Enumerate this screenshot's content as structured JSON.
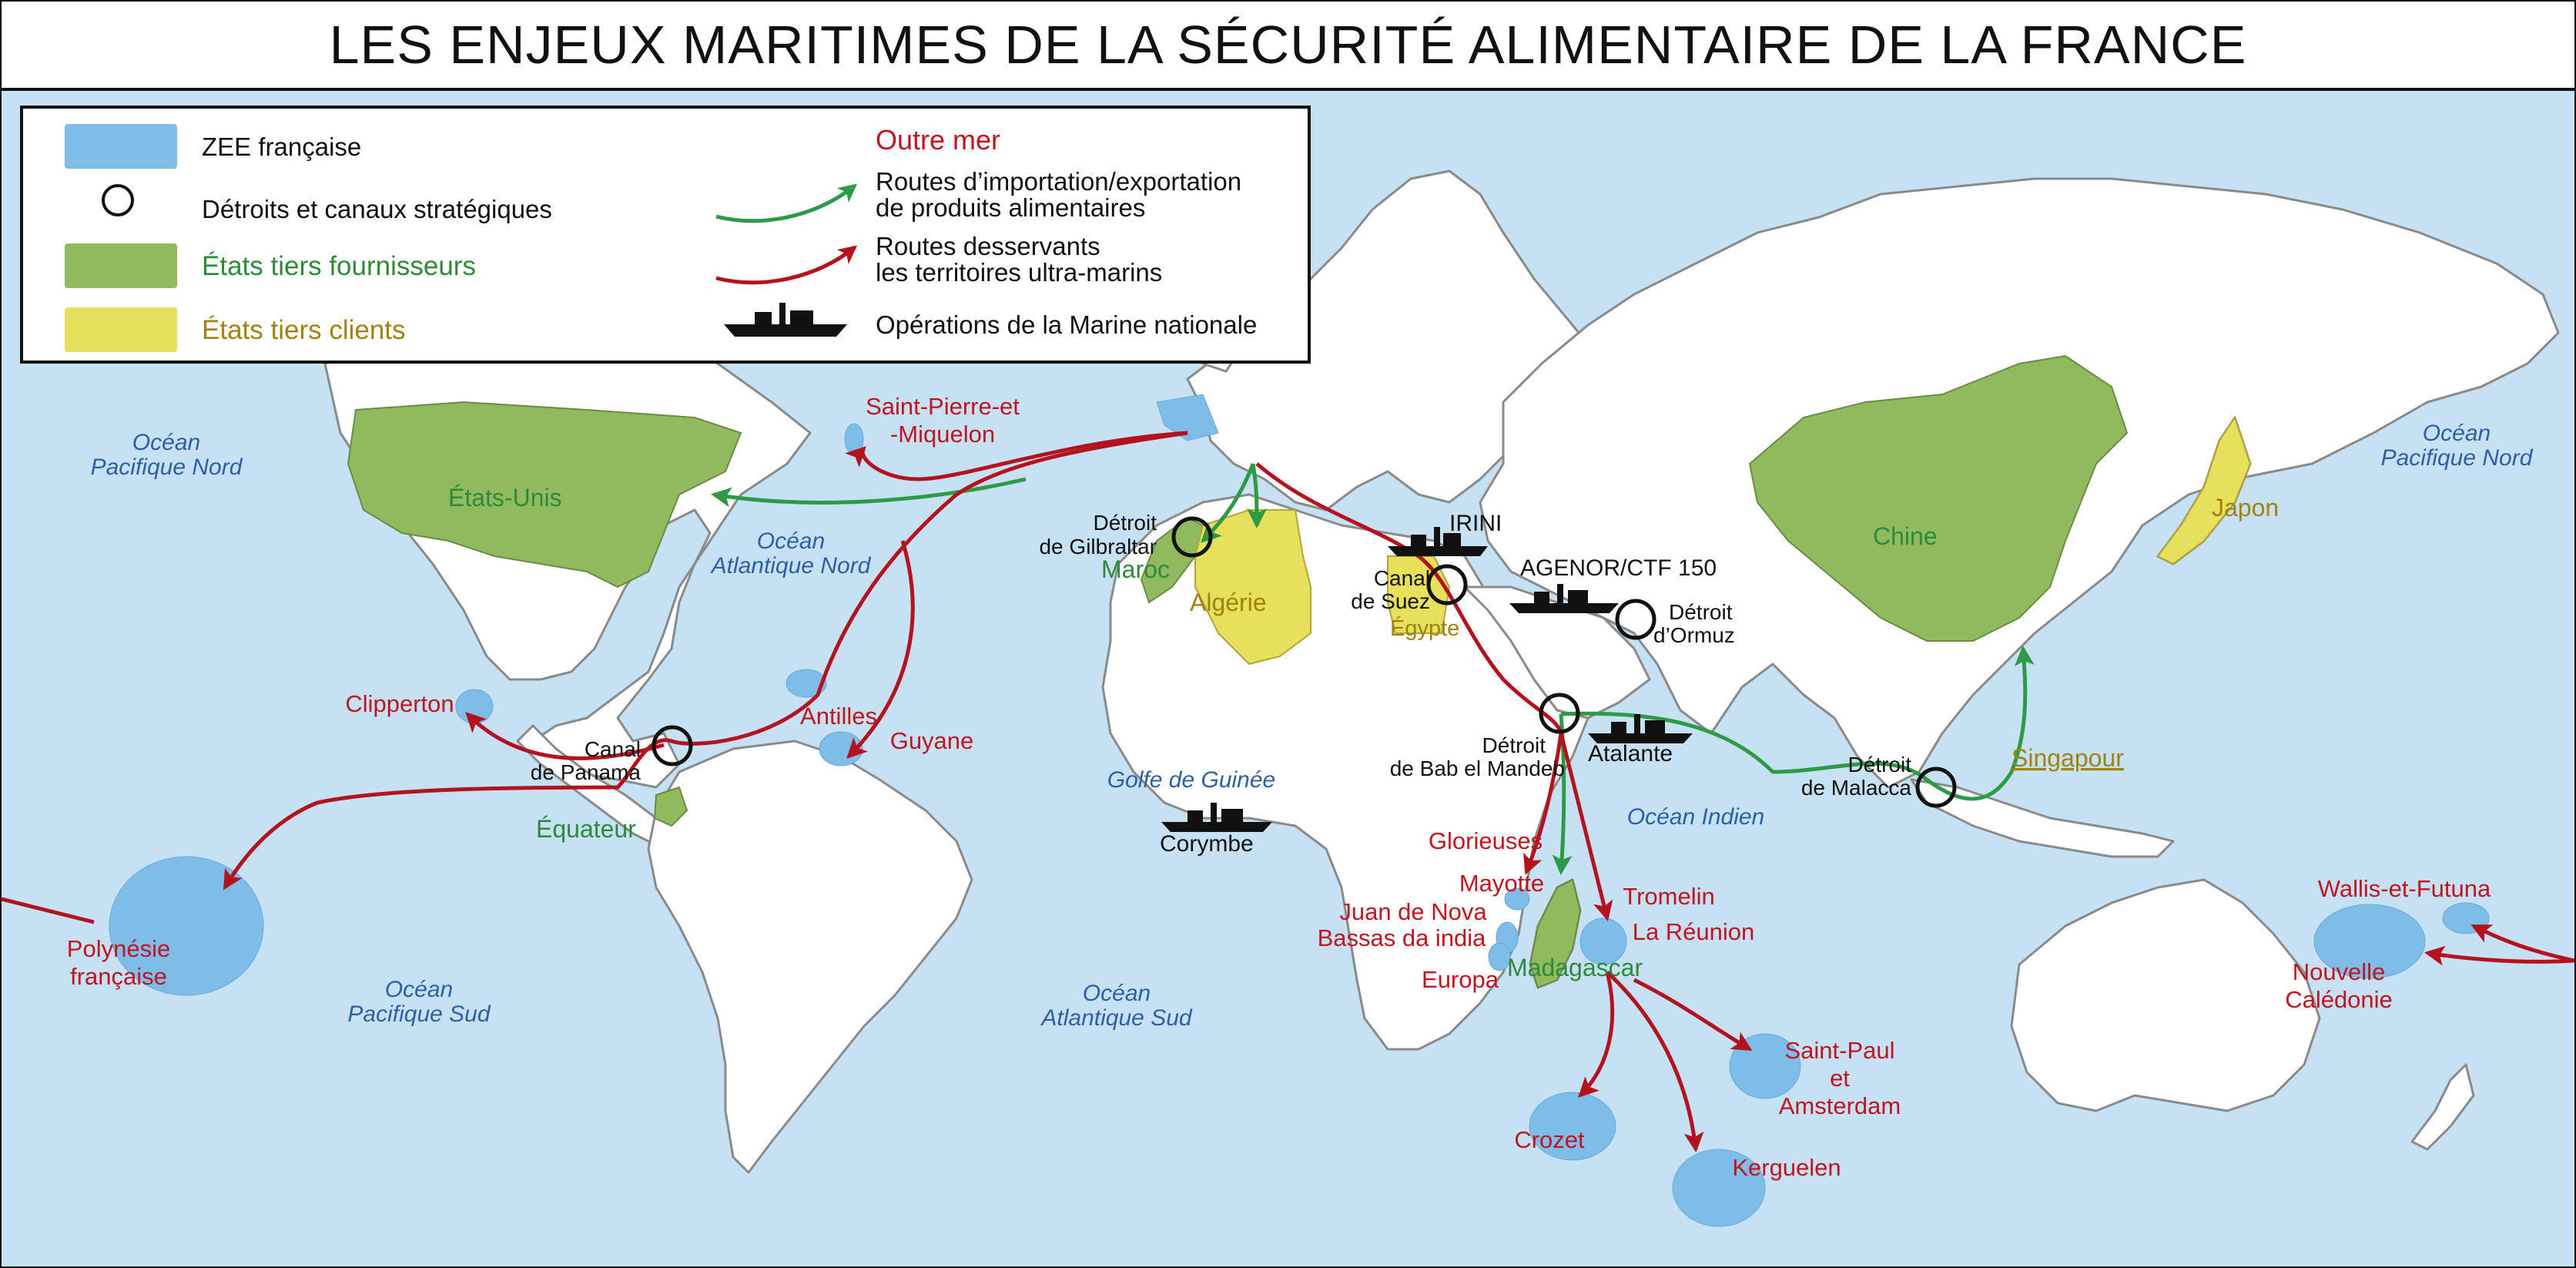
{
  "title": "LES ENJEUX MARITIMES DE LA SÉCURITÉ ALIMENTAIRE DE LA FRANCE",
  "colors": {
    "ocean": "#c7e1f4",
    "land": "#ffffff",
    "zee": "#7fbde9",
    "supplier": "#8fbb5e",
    "client": "#e6e05a",
    "import_route": "#2e9a45",
    "overseas_route": "#b3121e",
    "ocean_label": "#2f5fa3",
    "overseas_text": "#c0141f",
    "supplier_text": "#2e8a3a",
    "client_text": "#a0820f"
  },
  "legend": {
    "zee": "ZEE française",
    "straits": "Détroits et canaux stratégiques",
    "suppliers": "États tiers fournisseurs",
    "clients": "États tiers clients",
    "outre_mer_title": "Outre mer",
    "import_route_line1": "Routes d’importation/exportation",
    "import_route_line2": "de produits alimentaires",
    "overseas_route_line1": "Routes desservants",
    "overseas_route_line2": "les territoires ultra-marins",
    "navy_ops": "Opérations de la Marine nationale"
  },
  "oceans": [
    [
      "Océan",
      "Pacifique Nord"
    ],
    [
      "Océan",
      "Atlantique Nord"
    ],
    [
      "Golfe de Guinée"
    ],
    [
      "Océan Indien"
    ],
    [
      "Océan",
      "Pacifique Sud"
    ],
    [
      "Océan",
      "Atlantique Sud"
    ],
    [
      "Océan",
      "Pacifique Nord"
    ]
  ],
  "straits": [
    [
      "Détroit",
      "de Gilbraltar"
    ],
    [
      "Canal",
      "de Suez"
    ],
    [
      "Détroit",
      "d’Ormuz"
    ],
    [
      "Détroit",
      "de Bab el Mandeb"
    ],
    [
      "Détroit",
      "de Malacca"
    ],
    [
      "Canal",
      "de Panama"
    ]
  ],
  "countries": {
    "suppliers": [
      "États-Unis",
      "Chine",
      "Maroc",
      "Équateur",
      "Égypte",
      "Madagascar"
    ],
    "clients": [
      "Algérie",
      "Japon",
      "Singapour"
    ]
  },
  "overseas": [
    [
      "Saint-Pierre-et",
      "-Miquelon"
    ],
    [
      "Clipperton"
    ],
    [
      "Antilles"
    ],
    [
      "Guyane"
    ],
    [
      "Polynésie",
      "française"
    ],
    [
      "Glorieuses"
    ],
    [
      "Mayotte"
    ],
    [
      "Juan de Nova",
      "Bassas da india"
    ],
    [
      "Europa"
    ],
    [
      "Tromelin"
    ],
    [
      "La Réunion"
    ],
    [
      "Saint-Paul",
      "et",
      "Amsterdam"
    ],
    [
      "Crozet"
    ],
    [
      "Kerguelen"
    ],
    [
      "Wallis-et-Futuna"
    ],
    [
      "Nouvelle",
      "Calédonie"
    ]
  ],
  "operations": [
    "IRINI",
    "AGENOR/CTF 150",
    "Atalante",
    "Corymbe"
  ]
}
